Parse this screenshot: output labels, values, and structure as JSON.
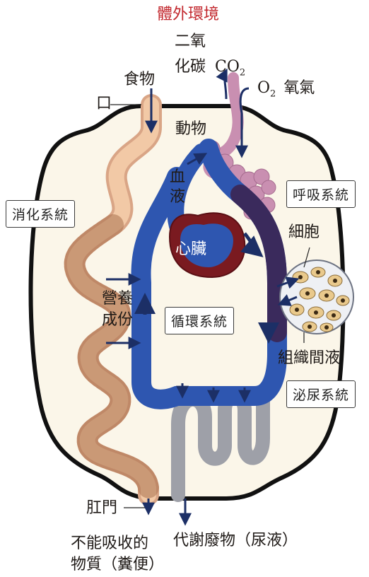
{
  "title": "體外環境",
  "labels": {
    "co2_line1": "二氧",
    "co2_line2": "化碳",
    "co2_formula": "CO",
    "co2_sub": "2",
    "o2_formula": "O",
    "o2_sub": "2",
    "o2_text": "氧氣",
    "food": "食物",
    "mouth": "口",
    "animal": "動物",
    "blood_1": "血",
    "blood_2": "液",
    "heart": "心臟",
    "cells": "細胞",
    "nutrients_1": "營養",
    "nutrients_2": "成份",
    "interstitial_fluid": "組織間液",
    "anus": "肛門",
    "undigested_1": "不能吸收的",
    "undigested_2": "物質（糞便）",
    "metabolic_waste": "代謝廢物（尿液）"
  },
  "systems": {
    "digestive": "消化系統",
    "respiratory": "呼吸系統",
    "circulatory": "循環系統",
    "urinary": "泌尿系統"
  },
  "colors": {
    "title": "#c2272d",
    "body_fill": "#fbf6e9",
    "body_outline": "#111111",
    "gut": "#f2c9a6",
    "lung": "#c98fb1",
    "blood_vessel": "#2e56b0",
    "heart": "#7a1a20",
    "kidney": "#9ea0a8",
    "cell_bubble": "#eef0f4",
    "arrow": "#1c2f66"
  }
}
